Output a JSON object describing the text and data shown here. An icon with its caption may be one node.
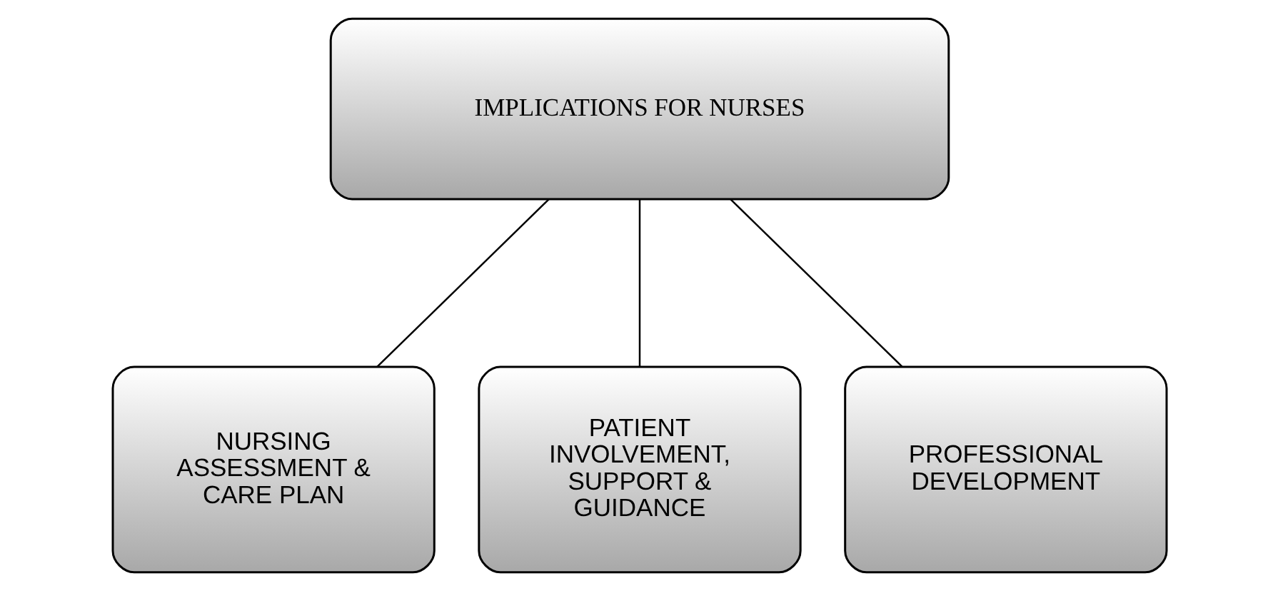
{
  "diagram": {
    "nodes": [
      {
        "text": [
          "IMPLICATIONS FOR NURSES"
        ]
      },
      {
        "text": [
          "NURSING ASSESSMENT & CARE PLAN"
        ]
      },
      {
        "text": [
          "PATIENT INVOLVEMENT, SUPPORT & GUIDANCE"
        ]
      },
      {
        "text": [
          "PROFESSIONAL DEVELOPMENT"
        ]
      }
    ],
    "edges": [
      {
        "from": 0,
        "to": 1,
        "arrow": "none"
      },
      {
        "from": 0,
        "to": 2,
        "arrow": "none"
      },
      {
        "from": 0,
        "to": 3,
        "arrow": "none"
      }
    ]
  }
}
